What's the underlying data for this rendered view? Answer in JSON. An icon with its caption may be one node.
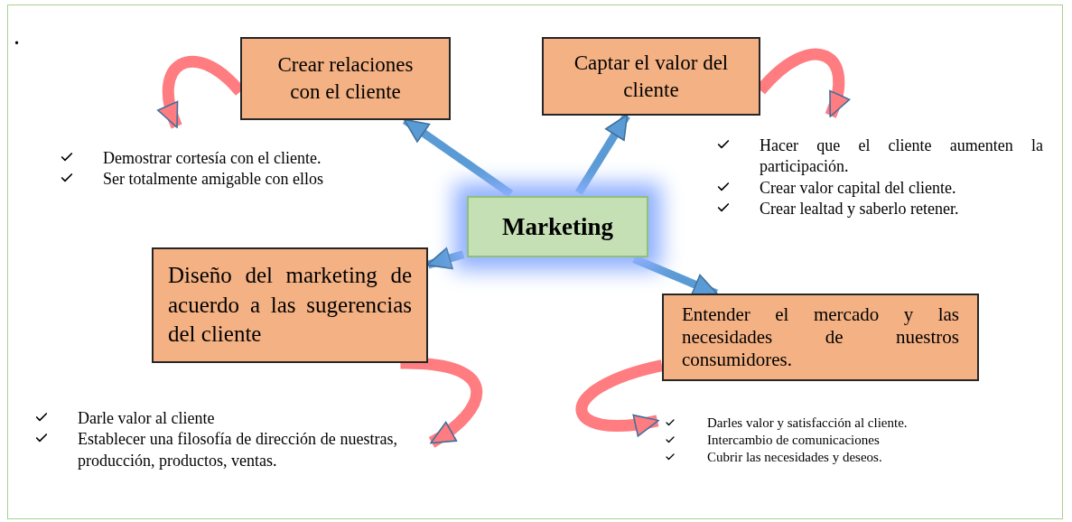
{
  "diagram": {
    "nodes": [
      {
        "text": [
          "Marketing"
        ]
      },
      {
        "text": [
          "Crear relaciones con el cliente"
        ]
      },
      {
        "text": [
          "Captar el valor del cliente"
        ]
      },
      {
        "text": [
          "Diseño del marketing de acuerdo a las sugerencias del cliente"
        ]
      },
      {
        "text": [
          "Entender el mercado y las necesidades de nuestros consumidores."
        ]
      },
      {
        "text": [
          "Demostrar cortesía con el cliente.",
          "Ser totalmente amigable con ellos"
        ]
      },
      {
        "text": [
          "Hacer que el cliente aumenten la participación.",
          "Crear valor capital del cliente.",
          "Crear lealtad y saberlo retener."
        ]
      },
      {
        "text": [
          "Darle valor al cliente",
          "Establecer una filosofía de dirección de nuestras, producción, productos, ventas."
        ]
      },
      {
        "text": [
          "Darles valor y satisfacción al cliente.",
          "Intercambio de comunicaciones",
          "Cubrir las necesidades y deseos."
        ]
      }
    ],
    "edges": [
      {
        "from": 0,
        "to": 1,
        "arrow": "to"
      },
      {
        "from": 0,
        "to": 2,
        "arrow": "to"
      },
      {
        "from": 0,
        "to": 3,
        "arrow": "to"
      },
      {
        "from": 0,
        "to": 4,
        "arrow": "to"
      },
      {
        "from": 1,
        "to": 5,
        "arrow": "to",
        "color": "#ff7c80"
      },
      {
        "from": 2,
        "to": 6,
        "arrow": "to",
        "color": "#ff7c80"
      },
      {
        "from": 3,
        "to": 7,
        "arrow": "to",
        "color": "#ff7c80"
      },
      {
        "from": 4,
        "to": 8,
        "arrow": "to",
        "color": "#ff7c80"
      }
    ],
    "labels": [
      "."
    ]
  }
}
